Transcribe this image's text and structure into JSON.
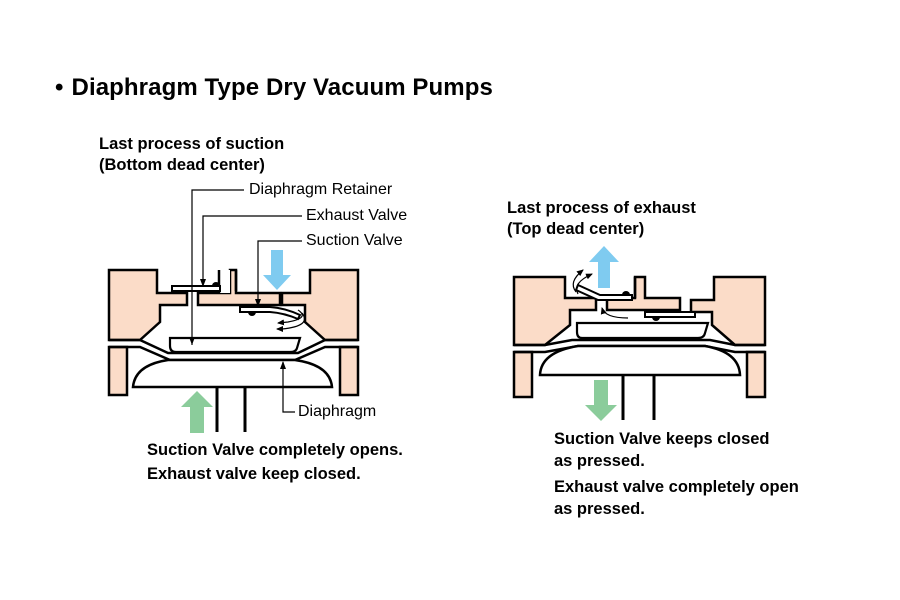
{
  "title": {
    "bullet": "•",
    "text": "Diaphragm Type Dry Vacuum Pumps"
  },
  "suction_panel": {
    "heading_line1": "Last process of suction",
    "heading_line2": "(Bottom dead center)",
    "callouts": {
      "diaphragm_retainer": "Diaphragm Retainer",
      "exhaust_valve": "Exhaust Valve",
      "suction_valve": "Suction Valve",
      "diaphragm": "Diaphragm"
    },
    "description": [
      "Suction Valve completely opens.",
      "Exhaust valve keep closed."
    ]
  },
  "exhaust_panel": {
    "heading_line1": "Last process of exhaust",
    "heading_line2": "(Top dead center)",
    "description": [
      "Suction Valve keeps closed",
      "as pressed.",
      "Exhaust valve completely open",
      "as pressed."
    ]
  },
  "colors": {
    "housing": "#fbdcc8",
    "gas_flow_arrow": "#7fcbf0",
    "diaphragm_motion_arrow": "#8bcc9b",
    "outline": "#000000"
  }
}
